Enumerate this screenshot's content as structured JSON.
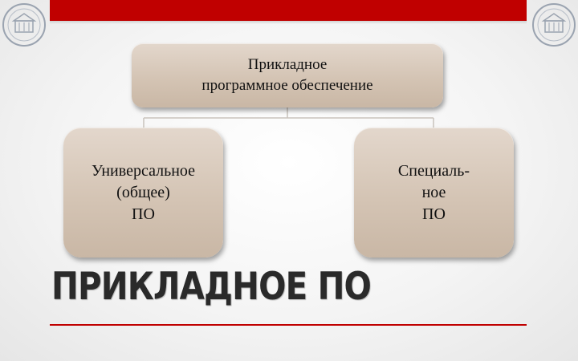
{
  "slide": {
    "title": "ПРИКЛАДНОЕ ПО",
    "accent_color": "#c00000"
  },
  "diagram": {
    "root": {
      "lines": [
        "Прикладное",
        "программное обеспечение"
      ]
    },
    "children": [
      {
        "lines": [
          "Универсальное",
          "(общее)",
          "ПО"
        ]
      },
      {
        "lines": [
          "Специаль-",
          "ное",
          "ПО"
        ]
      }
    ]
  },
  "icons": {
    "left_logo": "university-seal-icon",
    "right_logo": "university-seal-icon"
  }
}
